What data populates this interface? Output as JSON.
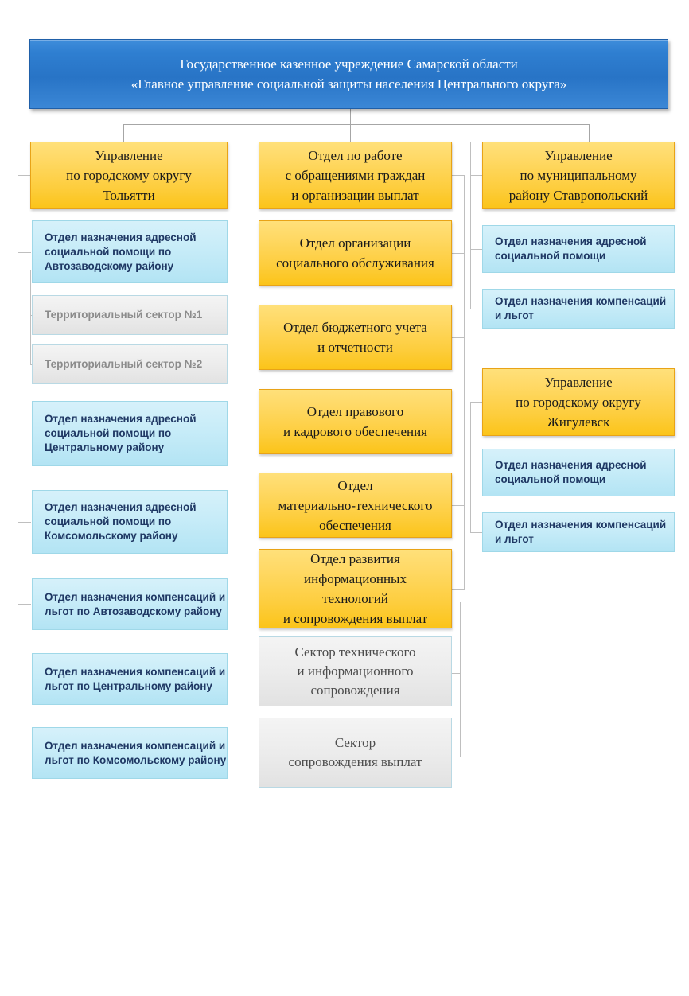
{
  "root": {
    "line1": "Государственное казенное учреждение Самарской области",
    "line2": "«Главное управление социальной защиты населения Центрального округа»"
  },
  "colors": {
    "root_blue": "#2874c6",
    "gold": "#fdcd3c",
    "gold_border": "#e8a317",
    "cyan": "#c7ecf8",
    "cyan_border": "#9fd8e8",
    "cyan_text": "#1f3864",
    "gray": "#ececec",
    "gray_text": "#8c8c8c",
    "connector": "#a6a6a6"
  },
  "columns": {
    "left": {
      "head": "Управление\nпо городскому округу\nТольятти",
      "head_lines": [
        "Управление",
        "по городскому округу",
        "Тольятти"
      ],
      "children": [
        {
          "label": "Отдел назначения адресной социальной помощи по Автозаводскому району",
          "type": "cyan"
        },
        {
          "label": "Территориальный сектор №1",
          "type": "gray"
        },
        {
          "label": "Территориальный сектор №2",
          "type": "gray"
        },
        {
          "label": "Отдел назначения адресной социальной помощи по Центральному району",
          "type": "cyan"
        },
        {
          "label": "Отдел назначения адресной социальной помощи по Комсомольскому району",
          "type": "cyan"
        },
        {
          "label": "Отдел назначения компенсаций и льгот  по Автозаводскому району",
          "type": "cyan"
        },
        {
          "label": "Отдел назначения компенсаций и льгот  по Центральному району",
          "type": "cyan"
        },
        {
          "label": "Отдел назначения компенсаций и льгот  по Комсомольскому району",
          "type": "cyan"
        }
      ]
    },
    "middle": {
      "head_lines": [
        "Отдел по работе",
        "с обращениями граждан",
        "и организации выплат"
      ],
      "items": [
        {
          "lines": [
            "Отдел организации",
            "социального обслуживания"
          ],
          "type": "gold"
        },
        {
          "lines": [
            "Отдел бюджетного учета",
            "и отчетности"
          ],
          "type": "gold"
        },
        {
          "lines": [
            "Отдел правового",
            "и кадрового обеспечения"
          ],
          "type": "gold"
        },
        {
          "lines": [
            "Отдел",
            "материально-технического",
            "обеспечения"
          ],
          "type": "gold"
        },
        {
          "lines": [
            "Отдел развития",
            "информационных",
            "технологий",
            "и сопровождения выплат"
          ],
          "type": "gold"
        },
        {
          "lines": [
            "Сектор технического",
            "и информационного",
            "сопровождения"
          ],
          "type": "gray"
        },
        {
          "lines": [
            "Сектор",
            "сопровождения выплат"
          ],
          "type": "gray"
        }
      ]
    },
    "right": {
      "group1": {
        "head_lines": [
          "Управление",
          "по муниципальному",
          "району Ставропольский"
        ],
        "children": [
          {
            "label": "Отдел назначения адресной социальной помощи",
            "type": "cyan"
          },
          {
            "label": "Отдел назначения компенсаций и льгот",
            "type": "cyan"
          }
        ]
      },
      "group2": {
        "head_lines": [
          "Управление",
          "по городскому округу",
          "Жигулевск"
        ],
        "children": [
          {
            "label": "Отдел назначения адресной социальной помощи",
            "type": "cyan"
          },
          {
            "label": "Отдел назначения компенсаций и льгот",
            "type": "cyan"
          }
        ]
      }
    }
  }
}
